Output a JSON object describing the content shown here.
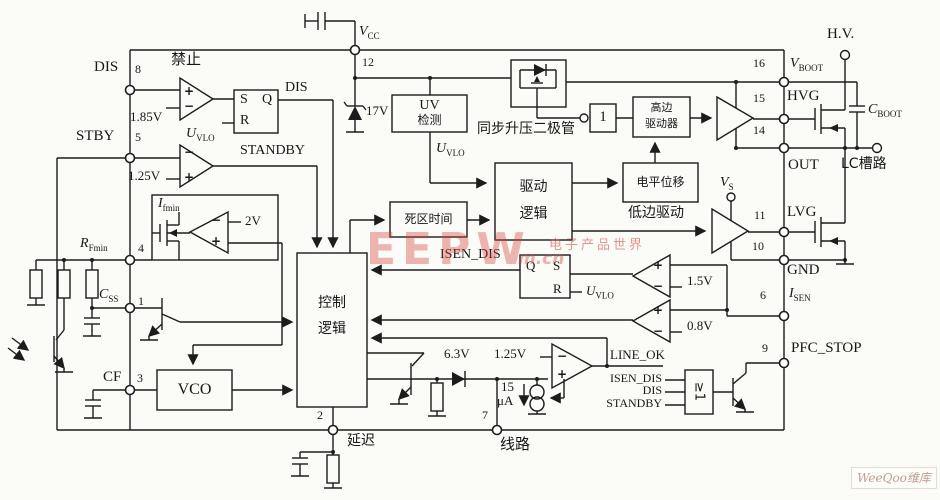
{
  "watermark": {
    "eepw": "EEPW",
    "eepw_cn": "电子产品世界",
    "eepw_url": "m.cn",
    "weeqoo": "WeeQoo维库"
  },
  "glyph": {
    "plus": "+",
    "minus": "−"
  },
  "blocks": {
    "disable": "禁止",
    "uv_line1": "UV",
    "uv_line2": "检测",
    "sync_boost": "同步升压二极管",
    "buf_one": "1",
    "hs_driver_line1": "高边",
    "hs_driver_line2": "驱动器",
    "level_shift": "电平位移",
    "drive_logic_line1": "驱动",
    "drive_logic_line2": "逻辑",
    "dead_time": "死区时间",
    "ctrl_logic_line1": "控制",
    "ctrl_logic_line2": "逻辑",
    "vco": "VCO",
    "low_side_drive": "低边驱动",
    "or_gate": "≥1"
  },
  "latch1": {
    "s": "S",
    "q": "Q",
    "r": "R"
  },
  "latch2": {
    "q": "Q",
    "s": "S",
    "r": "R"
  },
  "pins": {
    "p8": "8",
    "p5": "5",
    "p4": "4",
    "p1": "1",
    "p3": "3",
    "p2": "2",
    "p7": "7",
    "p12": "12",
    "p16": "16",
    "p15": "15",
    "p14": "14",
    "p11": "11",
    "p10": "10",
    "p6": "6",
    "p9": "9"
  },
  "pin_names": {
    "dis": "DIS",
    "stby": "STBY",
    "rfmin": {
      "main": "R",
      "sub": "Fmin"
    },
    "css": {
      "main": "C",
      "sub": "SS"
    },
    "cf": "CF",
    "delay": "延迟",
    "line": "线路",
    "vcc": {
      "main": "V",
      "sub": "CC"
    },
    "vboot": {
      "main": "V",
      "sub": "BOOT"
    },
    "hvg": "HVG",
    "out": "OUT",
    "lvg": "LVG",
    "gnd": "GND",
    "isen": {
      "main": "I",
      "sub": "SEN"
    },
    "pfc_stop": "PFC_STOP",
    "hv": "H.V.",
    "cboot": {
      "main": "C",
      "sub": "BOOT"
    },
    "lc_tank": "LC槽路",
    "vs": {
      "main": "V",
      "sub": "S"
    }
  },
  "signals": {
    "dis": "DIS",
    "standby": "STANDBY",
    "uvlo": {
      "main": "U",
      "sub": "VLO"
    },
    "ifmin": {
      "main": "I",
      "sub": "fmin"
    },
    "isen_dis": "ISEN_DIS",
    "line_ok": "LINE_OK",
    "gate_in_isen_dis": "ISEN_DIS",
    "gate_in_dis": "DIS",
    "gate_in_standby": "STANDBY"
  },
  "refs": {
    "v1_85": "1.85V",
    "v1_25": "1.25V",
    "v2": "2V",
    "z17": "17V",
    "v1_5": "1.5V",
    "v0_8": "0.8V",
    "v6_3": "6.3V",
    "v1_25b": "1.25V",
    "i15_val": "15",
    "i15_unit": "μA"
  }
}
